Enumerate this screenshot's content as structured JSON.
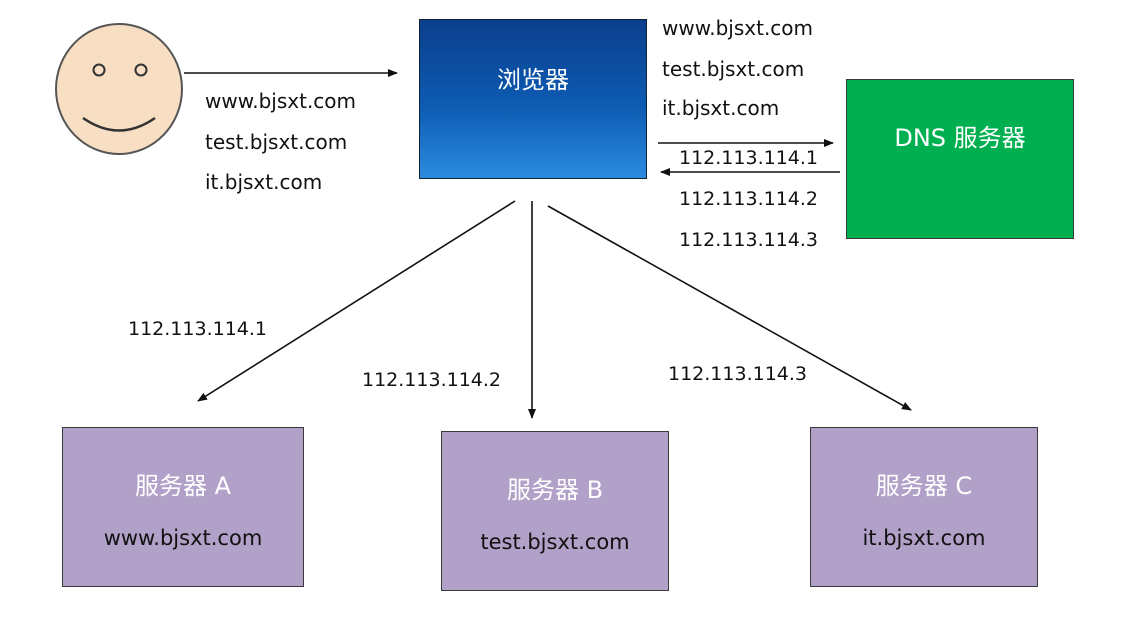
{
  "user": {
    "icon": "smiley-face-icon",
    "requests": [
      "www.bjsxt.com",
      "test.bjsxt.com",
      "it.bjsxt.com"
    ]
  },
  "browser": {
    "label": "浏览器",
    "queries": [
      "www.bjsxt.com",
      "test.bjsxt.com",
      "it.bjsxt.com"
    ]
  },
  "dns": {
    "label": "DNS 服务器",
    "responses": [
      "112.113.114.1",
      "112.113.114.2",
      "112.113.114.3"
    ]
  },
  "connections": [
    {
      "ip": "112.113.114.1"
    },
    {
      "ip": "112.113.114.2"
    },
    {
      "ip": "112.113.114.3"
    }
  ],
  "servers": [
    {
      "title": "服务器 A",
      "domain": "www.bjsxt.com"
    },
    {
      "title": "服务器 B",
      "domain": "test.bjsxt.com"
    },
    {
      "title": "服务器 C",
      "domain": "it.bjsxt.com"
    }
  ],
  "colors": {
    "browser_top": "#0b3e8c",
    "browser_bottom": "#2b8be0",
    "dns": "#00b050",
    "server": "#b1a0c7",
    "face": "#f8dfc4"
  }
}
